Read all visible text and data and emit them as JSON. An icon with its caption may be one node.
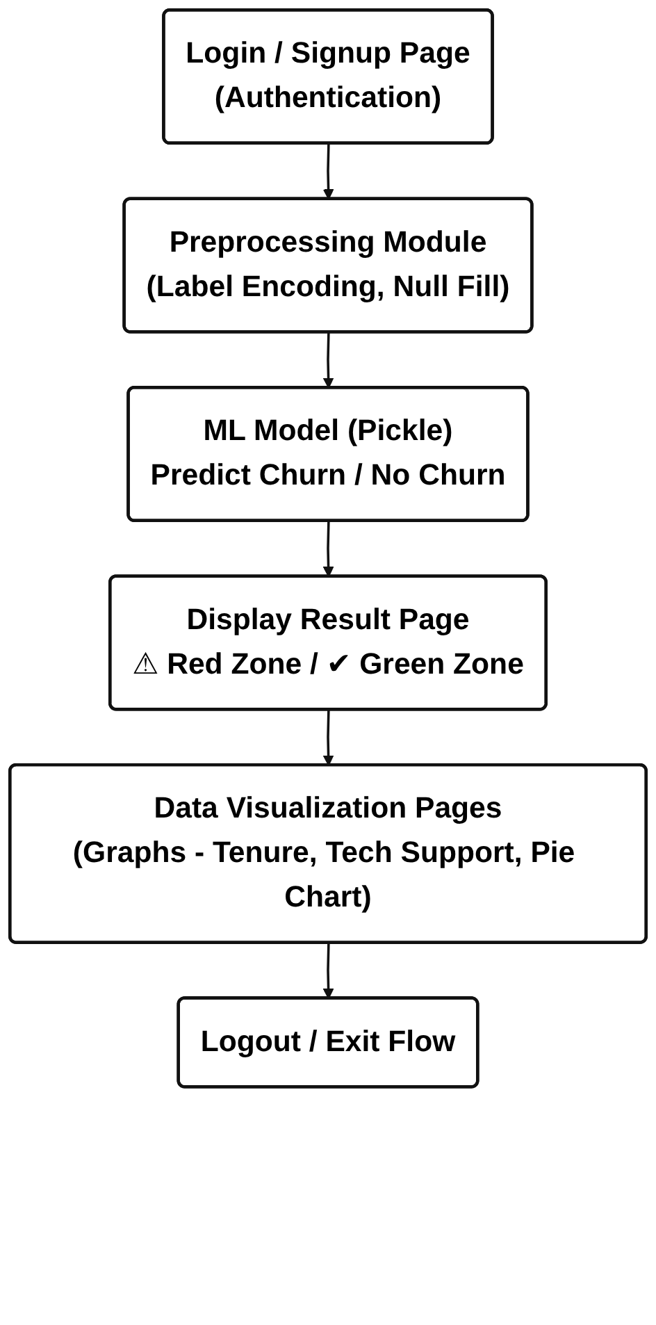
{
  "diagram": {
    "nodes": [
      {
        "text": [
          "Login / Signup Page",
          "(Authentication)"
        ]
      },
      {
        "text": [
          "Preprocessing Module",
          "(Label Encoding, Null Fill)"
        ]
      },
      {
        "text": [
          "ML Model (Pickle)",
          "Predict Churn / No Churn"
        ]
      },
      {
        "text": [
          "Display Result Page",
          "⚠ Red Zone / ✔ Green Zone"
        ]
      },
      {
        "text": [
          "Data Visualization Pages",
          "(Graphs - Tenure, Tech Support, Pie Chart)"
        ]
      },
      {
        "text": [
          "Logout / Exit Flow"
        ]
      }
    ],
    "edges": [
      {
        "from": 0,
        "to": 1,
        "arrow": "to"
      },
      {
        "from": 1,
        "to": 2,
        "arrow": "to"
      },
      {
        "from": 2,
        "to": 3,
        "arrow": "to"
      },
      {
        "from": 3,
        "to": 4,
        "arrow": "to"
      },
      {
        "from": 4,
        "to": 5,
        "arrow": "to"
      }
    ]
  }
}
